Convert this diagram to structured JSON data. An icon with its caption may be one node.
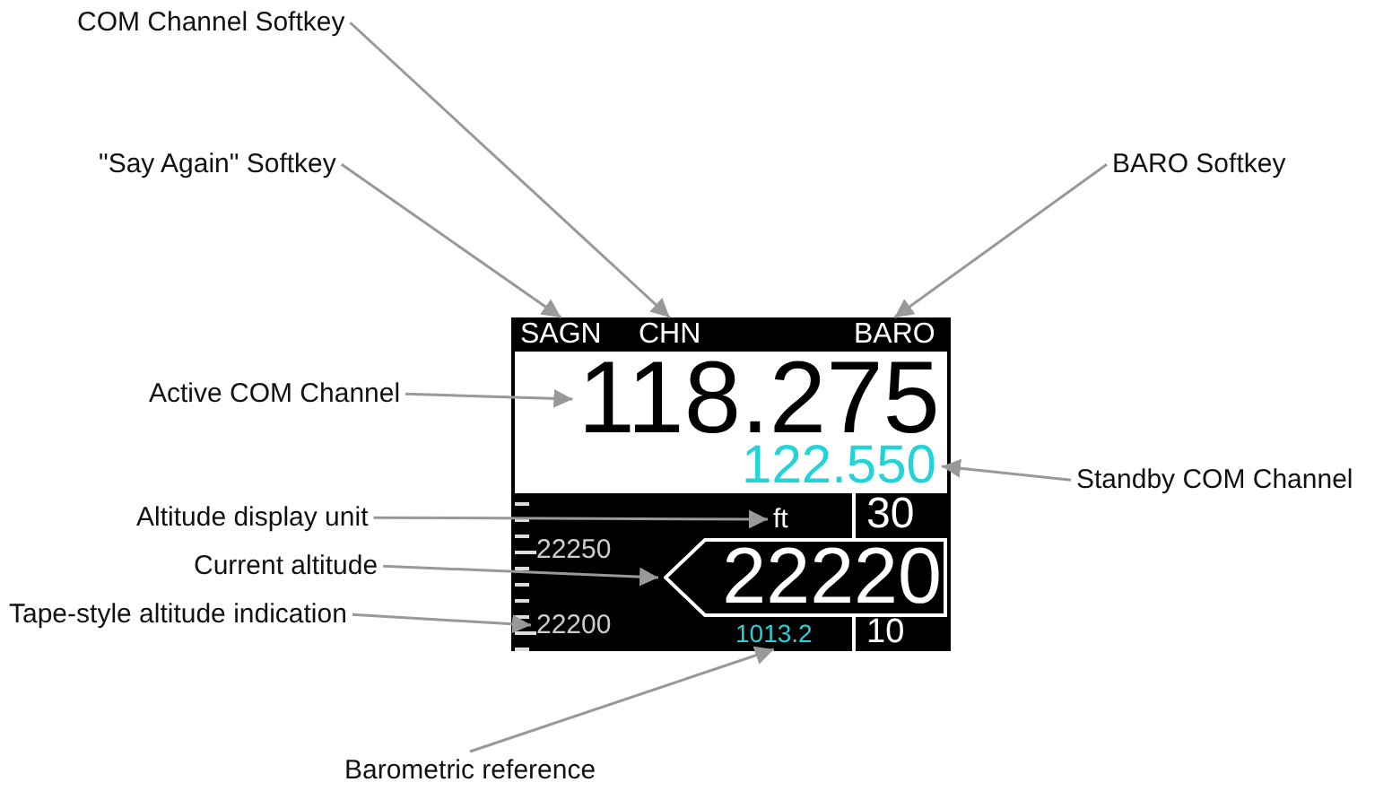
{
  "diagram": {
    "nodes": [
      {
        "text": [],
        "shape": "box"
      },
      {
        "text": [
          "SAGN"
        ],
        "in": 0
      },
      {
        "text": [
          "CHN"
        ],
        "in": 0
      },
      {
        "text": [
          "BARO"
        ],
        "in": 0
      },
      {
        "text": [
          "118.275"
        ],
        "in": 0
      },
      {
        "text": [
          "122.550"
        ],
        "in": 0
      },
      {
        "text": [
          "ft"
        ],
        "in": 0
      },
      {
        "text": [
          "22220"
        ],
        "in": 0
      },
      {
        "text": [
          "22250",
          "22200"
        ],
        "in": 0
      },
      {
        "text": [
          "1013.2"
        ],
        "in": 0
      },
      {
        "text": [
          "COM Channel Softkey"
        ]
      },
      {
        "text": [
          "\"Say Again\" Softkey"
        ]
      },
      {
        "text": [
          "BARO Softkey"
        ]
      },
      {
        "text": [
          "Active COM Channel"
        ]
      },
      {
        "text": [
          "Standby COM Channel"
        ]
      },
      {
        "text": [
          "Altitude display unit"
        ]
      },
      {
        "text": [
          "Current altitude"
        ]
      },
      {
        "text": [
          "Tape-style altitude indication"
        ]
      },
      {
        "text": [
          "Barometric reference"
        ]
      }
    ],
    "edges": [
      {
        "from": 10,
        "to": 2,
        "arrow": "to"
      },
      {
        "from": 11,
        "to": 1,
        "arrow": "to"
      },
      {
        "from": 12,
        "to": 3,
        "arrow": "to"
      },
      {
        "from": 13,
        "to": 4,
        "arrow": "to"
      },
      {
        "from": 14,
        "to": 5,
        "arrow": "to"
      },
      {
        "from": 15,
        "to": 6,
        "arrow": "to"
      },
      {
        "from": 16,
        "to": 7,
        "arrow": "to"
      },
      {
        "from": 17,
        "to": 8,
        "arrow": "to"
      },
      {
        "from": 18,
        "to": 9,
        "arrow": "to"
      }
    ],
    "labels": [
      "30",
      "10"
    ]
  }
}
